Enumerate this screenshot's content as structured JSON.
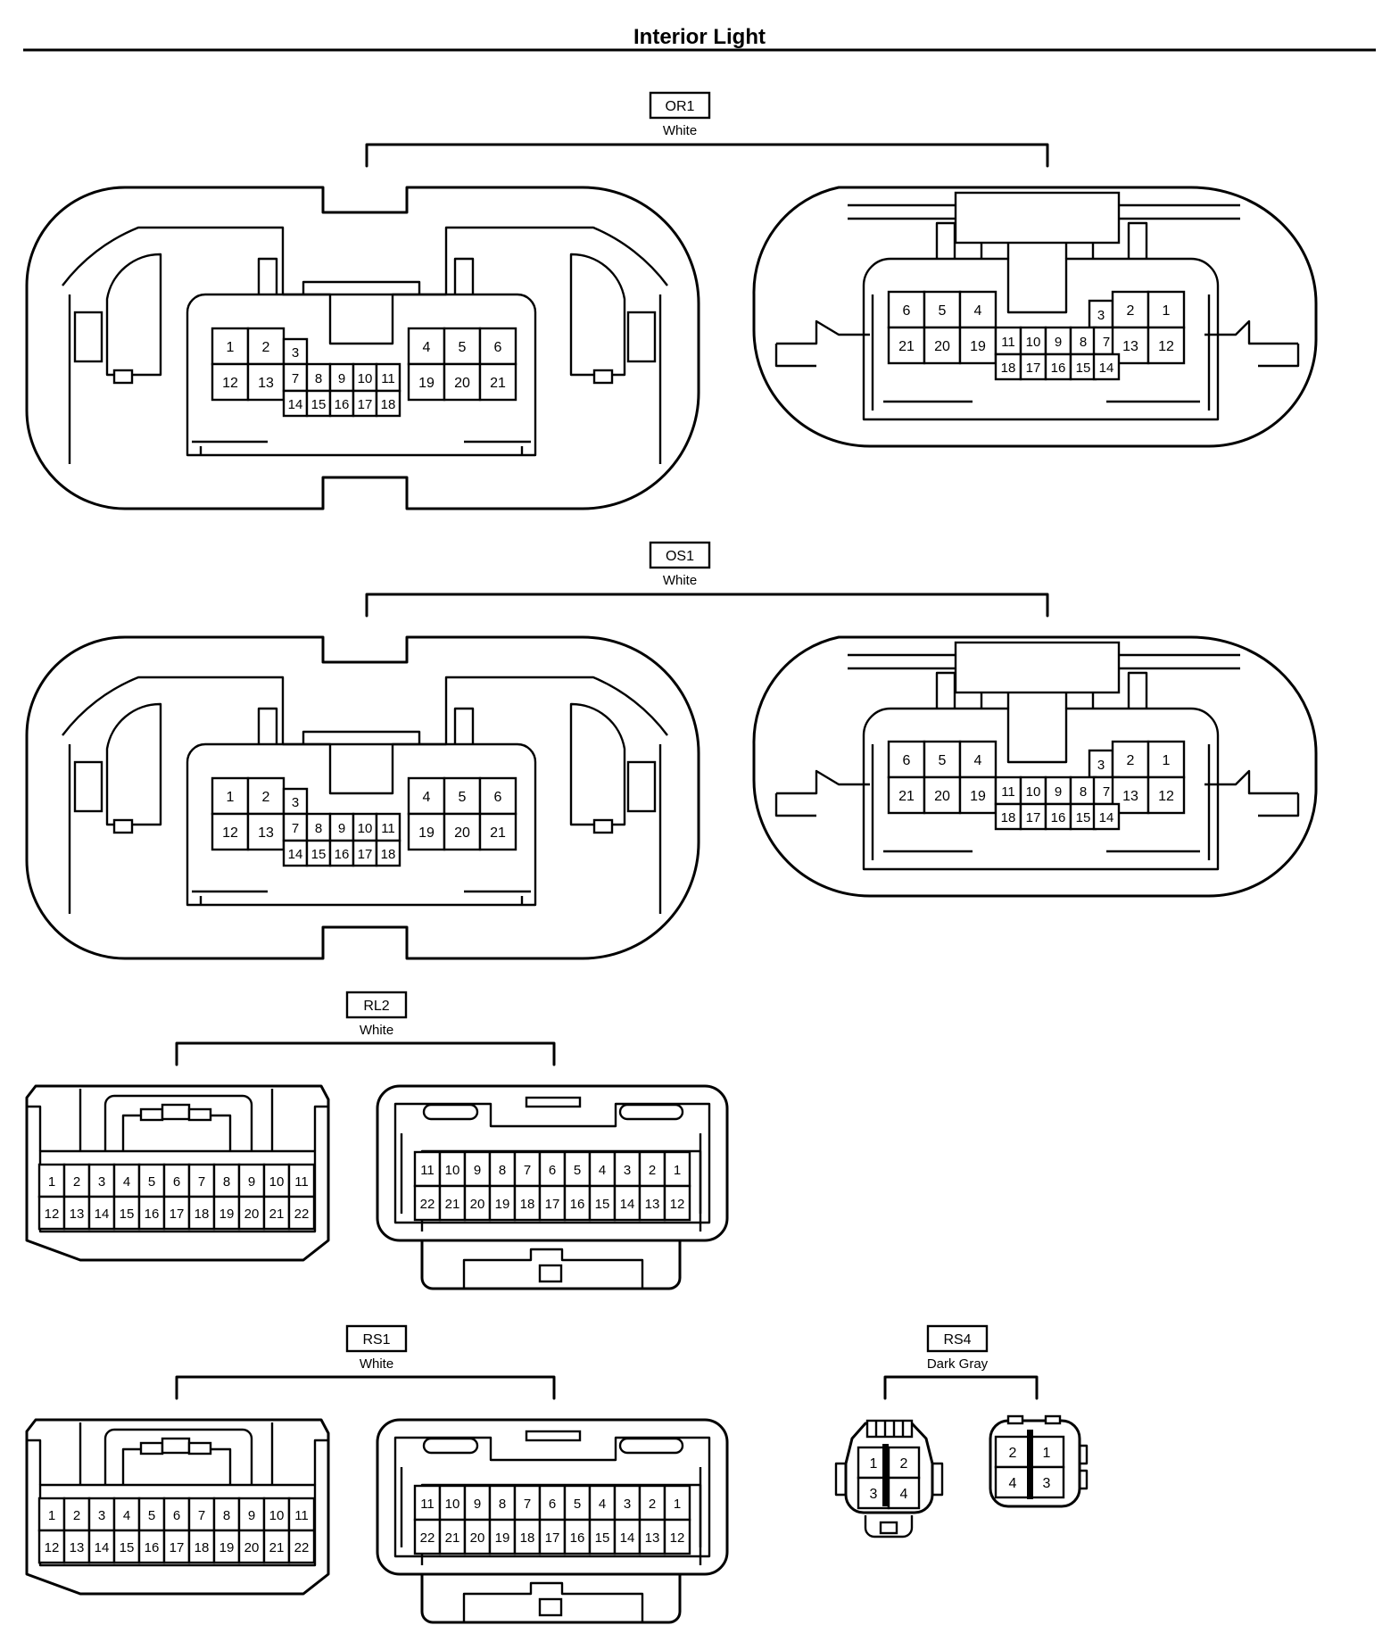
{
  "title": "Interior Light",
  "connectors": {
    "or1": {
      "code": "OR1",
      "color": "White"
    },
    "os1": {
      "code": "OS1",
      "color": "White"
    },
    "rl2": {
      "code": "RL2",
      "color": "White"
    },
    "rs1": {
      "code": "RS1",
      "color": "White"
    },
    "rs4": {
      "code": "RS4",
      "color": "Dark Gray"
    }
  },
  "pin_layouts": {
    "oval_male_left": [
      "1",
      "2",
      "3",
      "4",
      "5",
      "6",
      "12",
      "13",
      "7",
      "8",
      "9",
      "10",
      "11",
      "19",
      "20",
      "21",
      "14",
      "15",
      "16",
      "17",
      "18"
    ],
    "oval_female_right": [
      "6",
      "5",
      "4",
      "3",
      "2",
      "1",
      "21",
      "20",
      "19",
      "11",
      "10",
      "9",
      "8",
      "7",
      "13",
      "12",
      "18",
      "17",
      "16",
      "15",
      "14"
    ],
    "rect22_male_left": [
      "1",
      "2",
      "3",
      "4",
      "5",
      "6",
      "7",
      "8",
      "9",
      "10",
      "11",
      "12",
      "13",
      "14",
      "15",
      "16",
      "17",
      "18",
      "19",
      "20",
      "21",
      "22"
    ],
    "rect22_female_right": [
      "11",
      "10",
      "9",
      "8",
      "7",
      "6",
      "5",
      "4",
      "3",
      "2",
      "1",
      "22",
      "21",
      "20",
      "19",
      "18",
      "17",
      "16",
      "15",
      "14",
      "13",
      "12"
    ],
    "quad_male_left": [
      "1",
      "2",
      "3",
      "4"
    ],
    "quad_female_right": [
      "2",
      "1",
      "4",
      "3"
    ]
  }
}
